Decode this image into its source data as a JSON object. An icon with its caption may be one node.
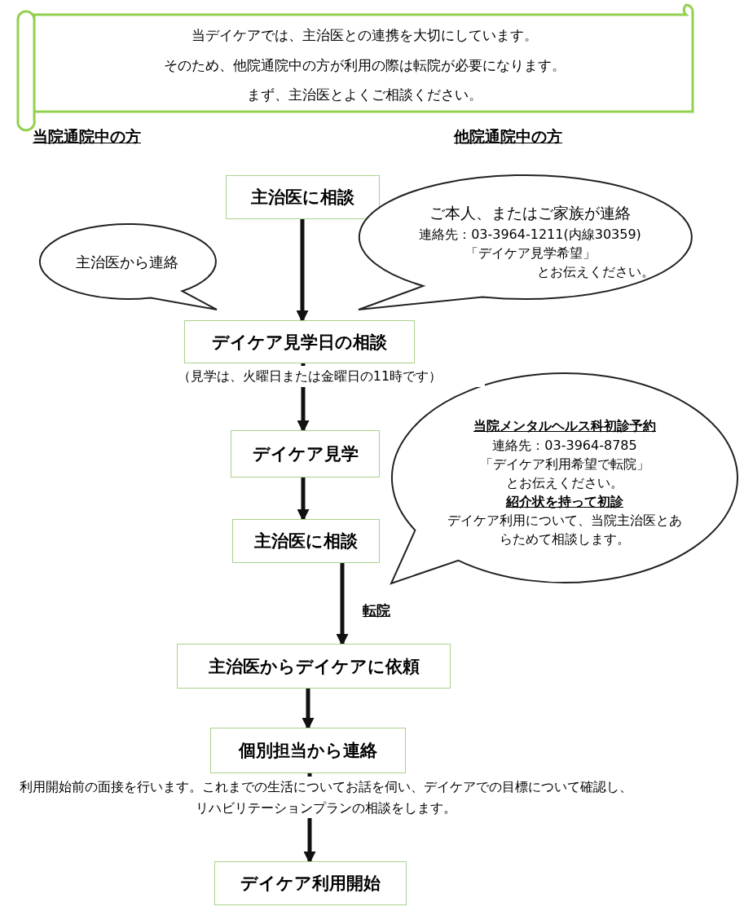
{
  "diagram": {
    "nodes": [
      {
        "text": [
          "当デイケアでは、主治医との連携を大切にしています。",
          "そのため、他院通院中の方が利用の際は転院が必要になります。",
          "まず、主治医とよくご相談ください。"
        ]
      },
      {
        "text": [
          "主治医に相談"
        ]
      },
      {
        "text": [
          "主治医から連絡"
        ]
      },
      {
        "text": [
          "ご本人、またはご家族が連絡",
          "連絡先：03-3964-1211(内線30359)",
          "「デイケア見学希望」",
          "とお伝えください。"
        ]
      },
      {
        "text": [
          "デイケア見学日の相談"
        ],
        "beside": [
          "（見学は、火曜日または金曜日の11時です）"
        ]
      },
      {
        "text": [
          "デイケア見学"
        ]
      },
      {
        "text": [
          "主治医に相談"
        ]
      },
      {
        "text": [
          "当院メンタルヘルス科初診予約",
          "連絡先：03-3964-8785",
          "「デイケア利用希望で転院」",
          "とお伝えください。",
          "紹介状を持って初診",
          "デイケア利用について、当院主治医とあらためて相談します。"
        ]
      },
      {
        "text": [
          "主治医からデイケアに依頼"
        ]
      },
      {
        "text": [
          "個別担当から連絡"
        ],
        "beside": [
          "利用開始前の面接を行います。これまでの生活についてお話を伺い、デイケアでの目標について確認し、リハビリテーションプランの相談をします。"
        ]
      },
      {
        "text": [
          "デイケア利用開始"
        ]
      }
    ],
    "edges": [
      {
        "from": 1,
        "to": 4,
        "arrow": "to"
      },
      {
        "from": 4,
        "to": 5,
        "arrow": "to"
      },
      {
        "from": 5,
        "to": 6,
        "arrow": "to"
      },
      {
        "from": 6,
        "to": 8,
        "arrow": "to",
        "label": "転院"
      },
      {
        "from": 8,
        "to": 9,
        "arrow": "to"
      },
      {
        "from": 9,
        "to": 10,
        "arrow": "to"
      }
    ],
    "labels": [
      "当院通院中の方",
      "他院通院中の方"
    ]
  }
}
